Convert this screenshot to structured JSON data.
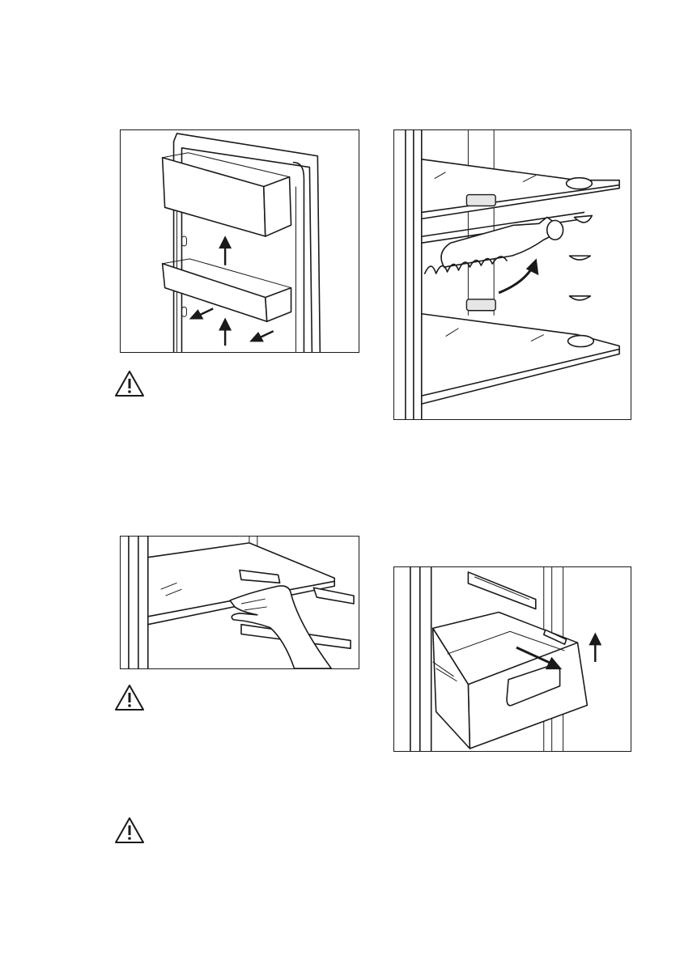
{
  "figures": [
    {
      "id": "door-shelves",
      "description_icon": "door-balcony-removal-illustration"
    },
    {
      "id": "wine-rack",
      "description_icon": "bottle-rack-illustration"
    },
    {
      "id": "glass-shelf",
      "description_icon": "shelf-removal-illustration"
    },
    {
      "id": "crisper-drawer",
      "description_icon": "drawer-removal-illustration"
    }
  ],
  "warnings": [
    {
      "icon": "warning-triangle-icon"
    },
    {
      "icon": "warning-triangle-icon"
    },
    {
      "icon": "warning-triangle-icon"
    }
  ],
  "colors": {
    "ink": "#1a1a1a",
    "paper": "#ffffff"
  }
}
